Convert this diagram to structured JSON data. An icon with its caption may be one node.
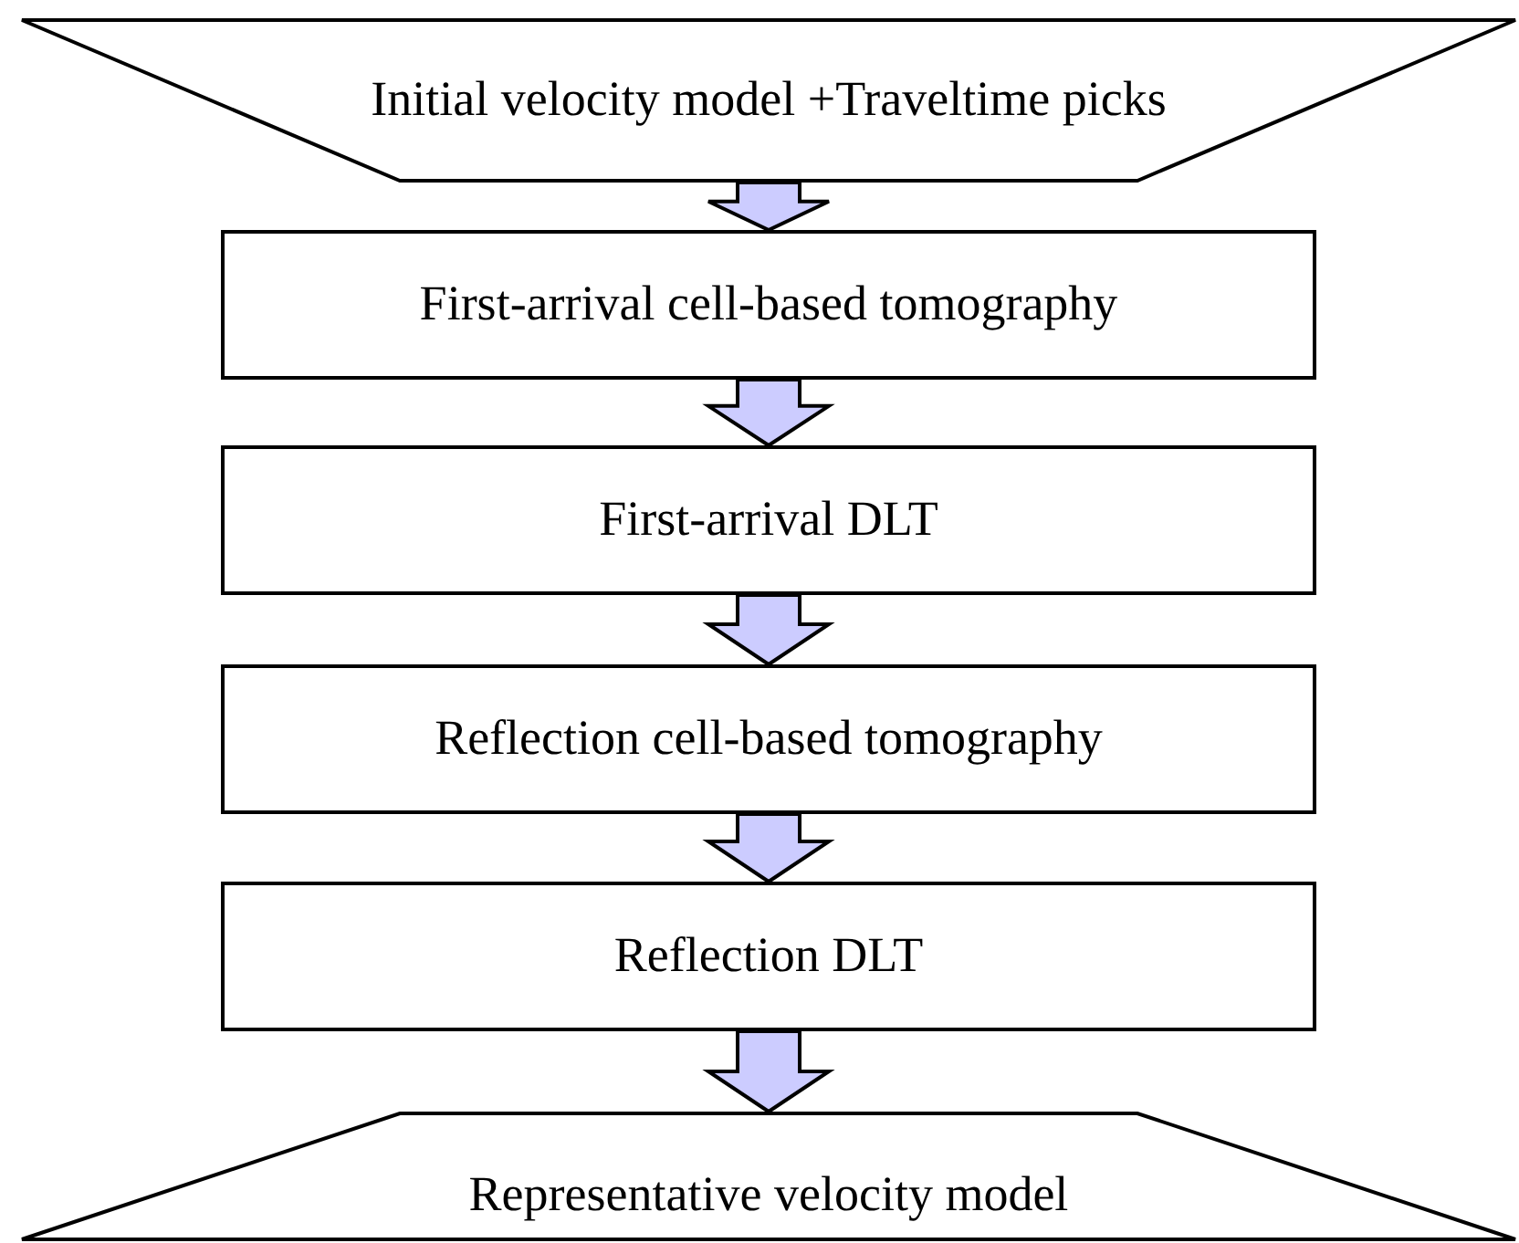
{
  "diagram": {
    "nodes": [
      {
        "text": [
          "Initial velocity model +Traveltime picks"
        ]
      },
      {
        "text": [
          "First-arrival cell-based tomography"
        ]
      },
      {
        "text": [
          "First-arrival DLT"
        ]
      },
      {
        "text": [
          "Reflection cell-based tomography"
        ]
      },
      {
        "text": [
          "Reflection DLT"
        ]
      },
      {
        "text": [
          "Representative velocity model"
        ]
      }
    ],
    "edges": [
      {
        "from": 0,
        "to": 1,
        "arrow": "to"
      },
      {
        "from": 1,
        "to": 2,
        "arrow": "to"
      },
      {
        "from": 2,
        "to": 3,
        "arrow": "to"
      },
      {
        "from": 3,
        "to": 4,
        "arrow": "to"
      },
      {
        "from": 4,
        "to": 5,
        "arrow": "to"
      }
    ]
  }
}
